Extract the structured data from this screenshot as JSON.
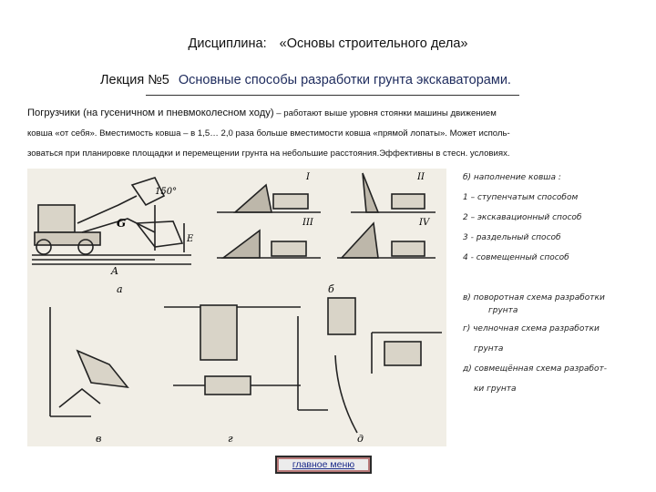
{
  "header": {
    "discipline_label": "Дисциплина:",
    "discipline_name": "«Основы строительного дела»",
    "lecture_label": "Лекция №5",
    "lecture_topic": "Основные способы разработки грунта экскаваторами."
  },
  "body": {
    "line1_big": "Погрузчики (на гусеничном и пневмоколесном ходу)",
    "line1_rest": " – работают выше уровня стоянки машины движением",
    "line2": "ковша «от себя». Вместимость ковша – в 1,5… 2,0 раза больше вместимости ковша «прямой лопаты». Может исполь-",
    "line3": "зоваться при планировке площадки и перемещении грунта на небольшие расстояния.Эффективны в стесн. условиях."
  },
  "figure": {
    "angle": "150°",
    "letter_g": "G",
    "letter_a": "A",
    "letter_e": "E",
    "label_a": "а",
    "label_b": "б",
    "label_v": "в",
    "label_g": "г",
    "label_d": "д",
    "roman": [
      "I",
      "II",
      "III",
      "IV"
    ]
  },
  "side_notes": [
    "б) наполнение ковша :",
    "1 – ступенчатым способом",
    "2 – экскавационный способ",
    "3 - раздельный способ",
    "4 - совмещенный способ",
    "в) поворотная схема разработки",
    "грунта",
    "г) челночная схема разработки",
    "грунта",
    "д) совмещённая схема разработ-",
    "ки грунта"
  ],
  "nav": {
    "main_menu": "главное меню"
  },
  "colors": {
    "topic": "#1d2a5c",
    "link": "#1a2a8a",
    "figure_bg": "#f1eee6"
  }
}
